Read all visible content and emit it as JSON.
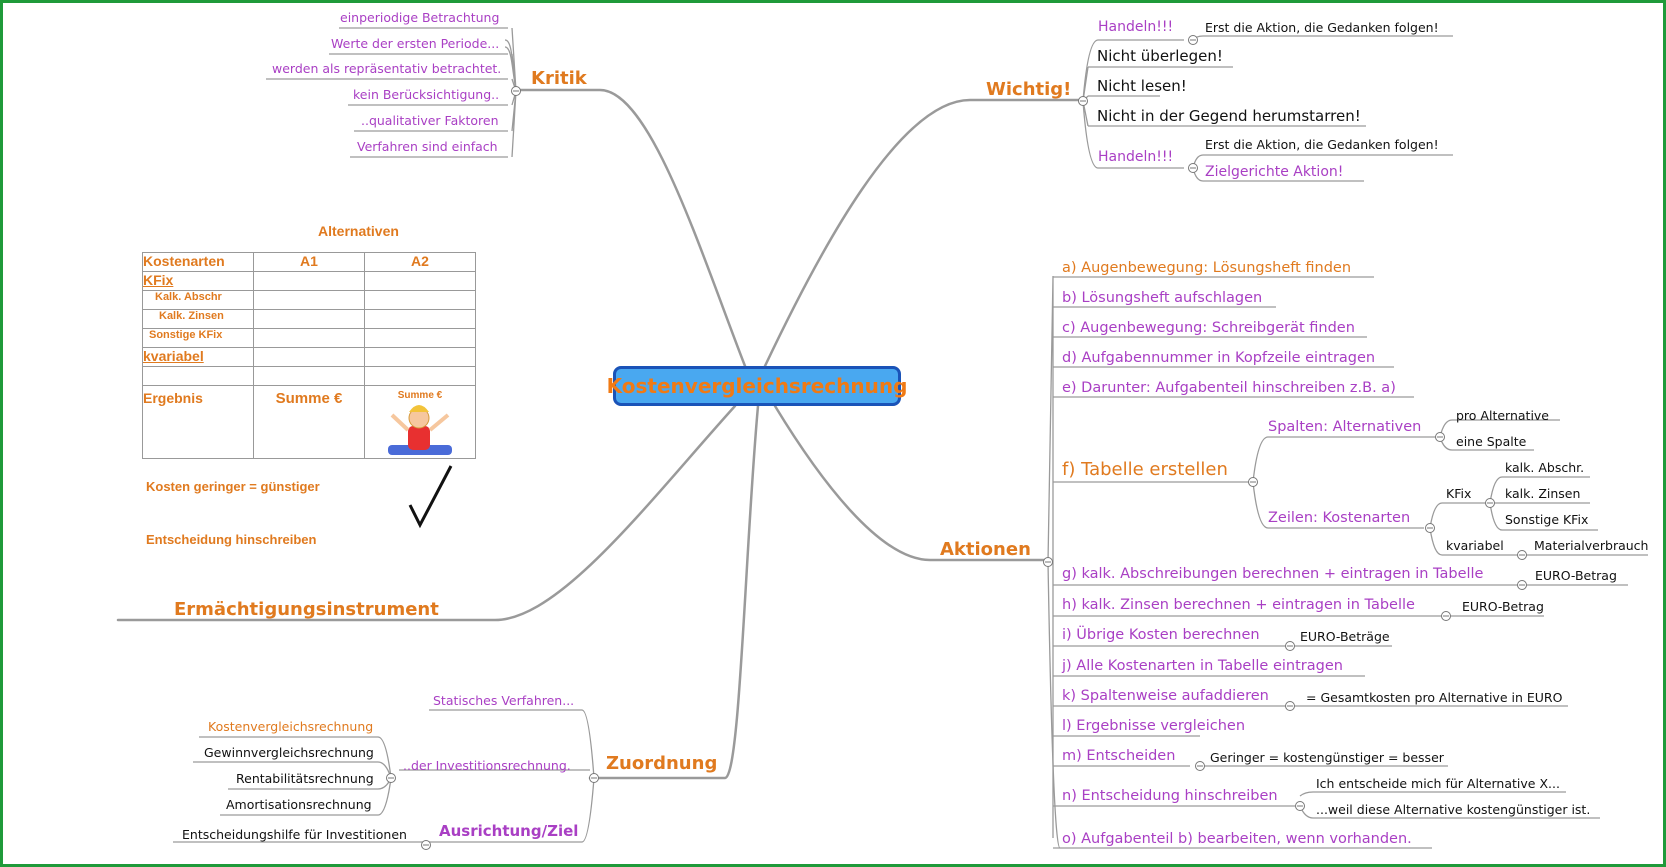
{
  "central": "Kostenvergleichsrechnung",
  "branches": {
    "kritik": {
      "label": "Kritik",
      "items": [
        "einperiodige Betrachtung",
        "Werte der ersten Periode...",
        "werden als repräsentativ betrachtet.",
        "kein Berücksichtigung..",
        "..qualitativer Faktoren",
        "Verfahren sind einfach"
      ]
    },
    "wichtig": {
      "label": "Wichtig!",
      "handeln1": "Handeln!!!",
      "handeln1_sub": "Erst die Aktion, die Gedanken folgen!",
      "items": [
        "Nicht überlegen!",
        "Nicht lesen!",
        "Nicht in der Gegend herumstarren!"
      ],
      "handeln2": "Handeln!!!",
      "handeln2_sub1": "Erst die Aktion, die Gedanken folgen!",
      "handeln2_sub2": "Zielgerichte Aktion!"
    },
    "aktionen": {
      "label": "Aktionen",
      "a": "a) Augenbewegung: Lösungsheft finden",
      "b": "b) Lösungsheft aufschlagen",
      "c": "c) Augenbewegung: Schreibgerät finden",
      "d": "d)  Aufgabennummer in Kopfzeile eintragen",
      "e": "e)  Darunter: Aufgabenteil hinschreiben z.B. a)",
      "f": "f) Tabelle erstellen",
      "f_spalten": "Spalten: Alternativen",
      "f_spalten_sub": [
        "pro Alternative",
        "eine Spalte"
      ],
      "f_zeilen": "Zeilen: Kostenarten",
      "f_kfix": "KFix",
      "f_kfix_sub": [
        "kalk. Abschr.",
        "kalk. Zinsen",
        "Sonstige KFix"
      ],
      "f_kvariabel": "kvariabel",
      "f_kvariabel_sub": "Materialverbrauch",
      "g": "g) kalk. Abschreibungen berechnen + eintragen in Tabelle",
      "g_sub": "EURO-Betrag",
      "h": "h) kalk. Zinsen berechnen + eintragen in Tabelle",
      "h_sub": "EURO-Betrag",
      "i": "i) Übrige Kosten berechnen",
      "i_sub": "EURO-Beträge",
      "j": "j) Alle Kostenarten in Tabelle eintragen",
      "k": "k) Spaltenweise aufaddieren",
      "k_sub": "= Gesamtkosten pro Alternative in EURO",
      "l": "l) Ergebnisse  vergleichen",
      "m": "m) Entscheiden",
      "m_sub": "Geringer = kostengünstiger = besser",
      "n": "n) Entscheidung hinschreiben",
      "n_sub1": "Ich entscheide mich für Alternative X...",
      "n_sub2": "...weil diese Alternative kostengünstiger ist.",
      "o": "o) Aufgabenteil b) bearbeiten, wenn vorhanden."
    },
    "ermaechtigung": {
      "label": "Ermächtigungsinstrument"
    },
    "zuordnung": {
      "label": "Zuordnung",
      "statisch": "Statisches Verfahren...",
      "investition": "..der Investitionsrechnung.",
      "investition_items": [
        "Kostenvergleichsrechnung",
        "Gewinnvergleichsrechnung",
        "Rentabilitätsrechnung",
        "Amortisationsrechnung"
      ],
      "ausrichtung": "Ausrichtung/Ziel",
      "ausrichtung_sub": "Entscheidungshilfe für Investitionen"
    }
  },
  "table": {
    "title": "Alternativen",
    "headers": [
      "Kostenarten",
      "A1",
      "A2"
    ],
    "kfix": "KFix",
    "kalk_abschr": "Kalk. Abschr",
    "kalk_zinsen": "Kalk. Zinsen",
    "sonstige": "Sonstige KFix",
    "kvariabel": "kvariabel",
    "ergebnis": "Ergebnis",
    "summe1": "Summe €",
    "summe2": "Summe €",
    "note1": "Kosten geringer = günstiger",
    "note2": "Entscheidung hinschreiben"
  },
  "colors": {
    "orange": "#e07a1f",
    "purple": "#a93fc4",
    "line": "#9a9a9a",
    "frame": "#1f9a3a",
    "central_fill": "#49a8f0",
    "central_border": "#1a53b8"
  }
}
